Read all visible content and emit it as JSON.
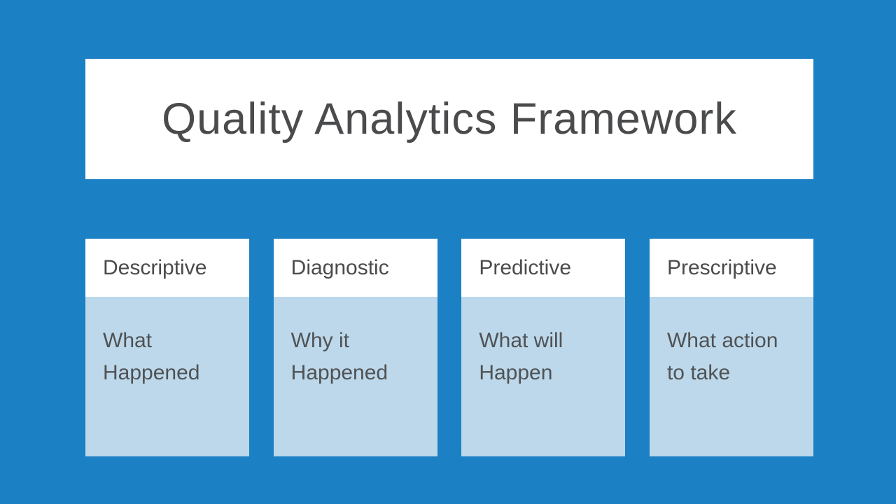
{
  "slide": {
    "title": "Quality Analytics Framework",
    "colors": {
      "background": "#1B80C4",
      "panel_bg": "#FFFFFF",
      "card_body_bg": "#BCD8EA",
      "title_text": "#4A4B4D",
      "card_text": "#505254"
    },
    "cards": [
      {
        "label": "Descriptive",
        "description": "What Happened"
      },
      {
        "label": "Diagnostic",
        "description": "Why it Happened"
      },
      {
        "label": "Predictive",
        "description": "What will Happen"
      },
      {
        "label": "Prescriptive",
        "description": "What action to take"
      }
    ]
  }
}
